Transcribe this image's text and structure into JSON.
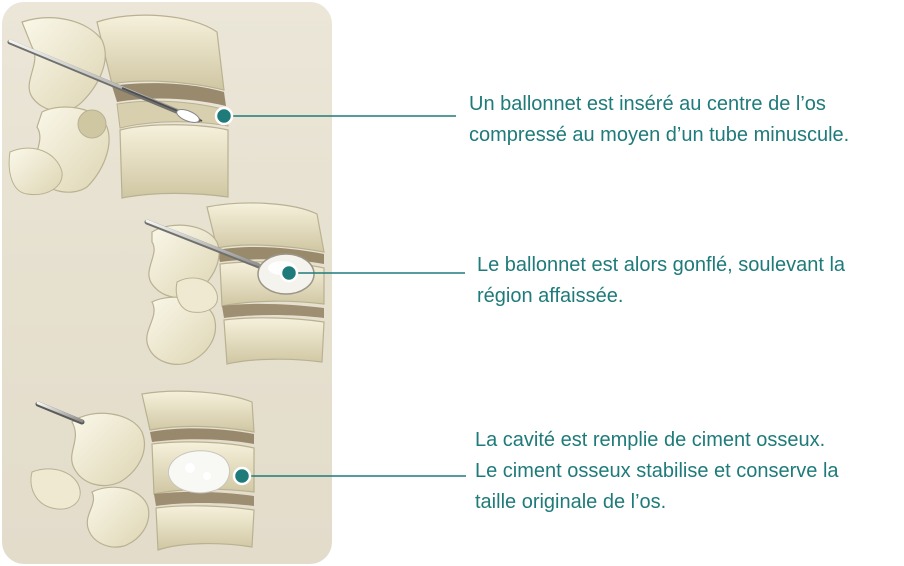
{
  "steps": [
    {
      "lines": [
        "Un ballonnet est inséré au centre de l’os",
        "compressé au moyen d’un tube minuscule."
      ]
    },
    {
      "lines": [
        "Le ballonnet est alors gonflé, soulevant la",
        "région affaissée."
      ]
    },
    {
      "lines": [
        "La cavité est remplie de ciment osseux.",
        "Le ciment osseux stabilise et conserve la",
        "taille originale de l’os."
      ]
    }
  ],
  "colors": {
    "accent": "#1e7b7a",
    "panel_background": "#e8e2d2",
    "bone": "#f3efd9",
    "bone_outline": "#b9b191",
    "disc": "#8c7a5a"
  },
  "icons": [
    "callout-dot-icon",
    "needle-icon",
    "balloon-icon",
    "cement-icon",
    "vertebra-illustration"
  ]
}
